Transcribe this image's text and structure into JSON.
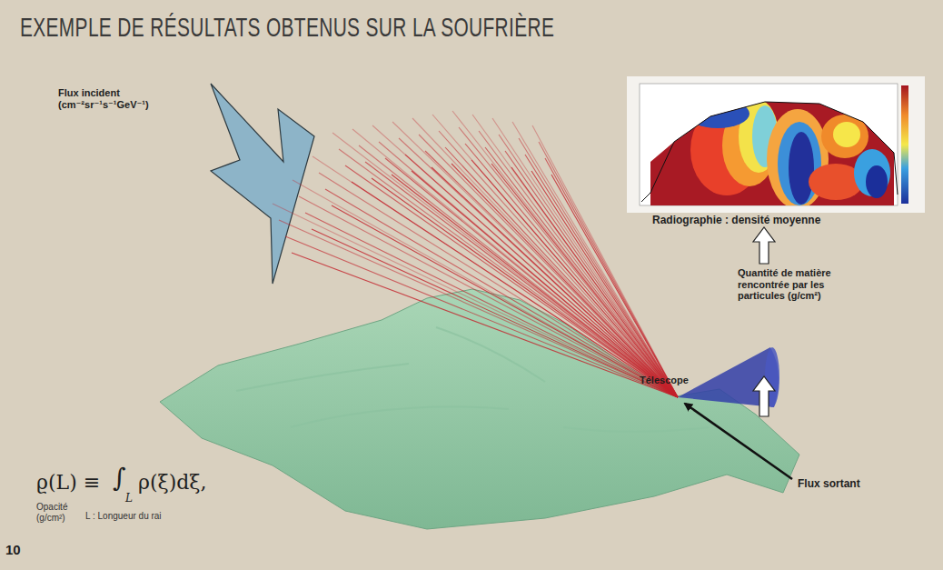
{
  "diagram": {
    "title": "EXEMPLE DE RÉSULTATS OBTENUS SUR LA SOUFRIÈRE",
    "labels": [
      "Flux incident (cm⁻²sr⁻¹s⁻¹GeV⁻¹)",
      "Radiographie : densité moyenne",
      "Quantité de matière rencontrée par les particules (g/cm²)",
      "Télescope",
      "Flux sortant",
      "ϱ(L) ≡",
      "∫",
      "L",
      "ρ(ξ)dξ,",
      "Opacité (g/cm²)",
      "L : Longueur du rai",
      "10"
    ]
  }
}
